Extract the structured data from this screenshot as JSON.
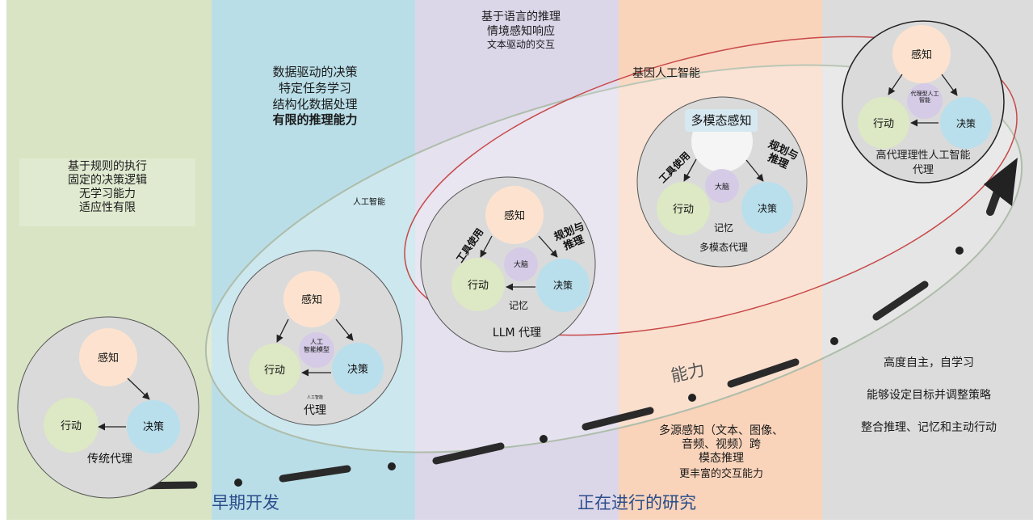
{
  "columns": [
    {
      "color": "#d8e4c3"
    },
    {
      "color": "#b9dee8"
    },
    {
      "color": "#dcd6e9"
    },
    {
      "color": "#f9d3ba"
    },
    {
      "color": "#dcdcdc"
    }
  ],
  "stage1": {
    "lines": [
      "基于规则的执行",
      "固定的决策逻辑",
      "无学习能力",
      "适应性有限"
    ],
    "title": "传统代理",
    "nodes": {
      "perception": "感知",
      "action": "行动",
      "decision": "决策"
    }
  },
  "stage2": {
    "lines": [
      "数据驱动的决策",
      "特定任务学习",
      "结构化数据处理"
    ],
    "bold_line": "有限的推理能力",
    "ellipse_label": "人工智能",
    "title": "代理",
    "small_caption": "人工智能",
    "nodes": {
      "perception": "感知",
      "action": "行动",
      "decision": "决策",
      "center": "人工\n智能模型"
    }
  },
  "stage3": {
    "lines": [
      "基于语言的推理",
      "情境感知响应",
      "文本驱动的交互"
    ],
    "title": "LLM 代理",
    "tool_use": "工具使用",
    "planning": "规划与\n推理",
    "memory": "记忆",
    "nodes": {
      "perception": "感知",
      "action": "行动",
      "decision": "决策",
      "center": "大脑"
    }
  },
  "stage4": {
    "foundation_label": "基因人工智能",
    "multimodal_perception": "多模态感知",
    "tool_use": "工具使用",
    "planning": "规划与\n推理",
    "memory": "记忆",
    "title": "多模态代理",
    "nodes": {
      "action": "行动",
      "decision": "决策",
      "center": "大脑"
    },
    "lines": [
      "多源感知（文本、图像、",
      "音频、视频）跨",
      "模态推理"
    ],
    "sub_line": "更丰富的交互能力"
  },
  "stage5": {
    "nodes": {
      "perception": "感知",
      "action": "行动",
      "decision": "决策",
      "center": "代理型人工\n智能"
    },
    "title": "高代理理性人工智能\n代理",
    "lines": [
      "高度自主，自学习",
      "能够设定目标并调整策略",
      "整合推理、记忆和主动行动"
    ]
  },
  "capability_label": "能力",
  "bottom_labels": {
    "early": "早期开发",
    "ongoing": "正在进行的研究"
  }
}
